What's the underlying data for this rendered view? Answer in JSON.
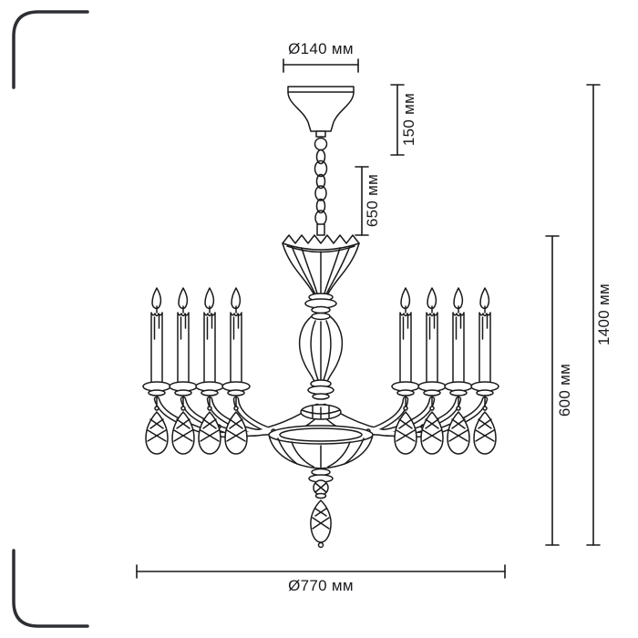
{
  "diagram": {
    "type": "chandelier-dimension-drawing",
    "labels": {
      "canopy_diameter": "Ø140 мм",
      "canopy_height": "150 мм",
      "chain_length": "650 мм",
      "body_height": "600 мм",
      "total_height": "1400 мм",
      "body_diameter": "Ø770 мм"
    },
    "colors": {
      "ink": "#1a1a1a",
      "frame": "#2d2f33",
      "background": "#ffffff"
    }
  }
}
